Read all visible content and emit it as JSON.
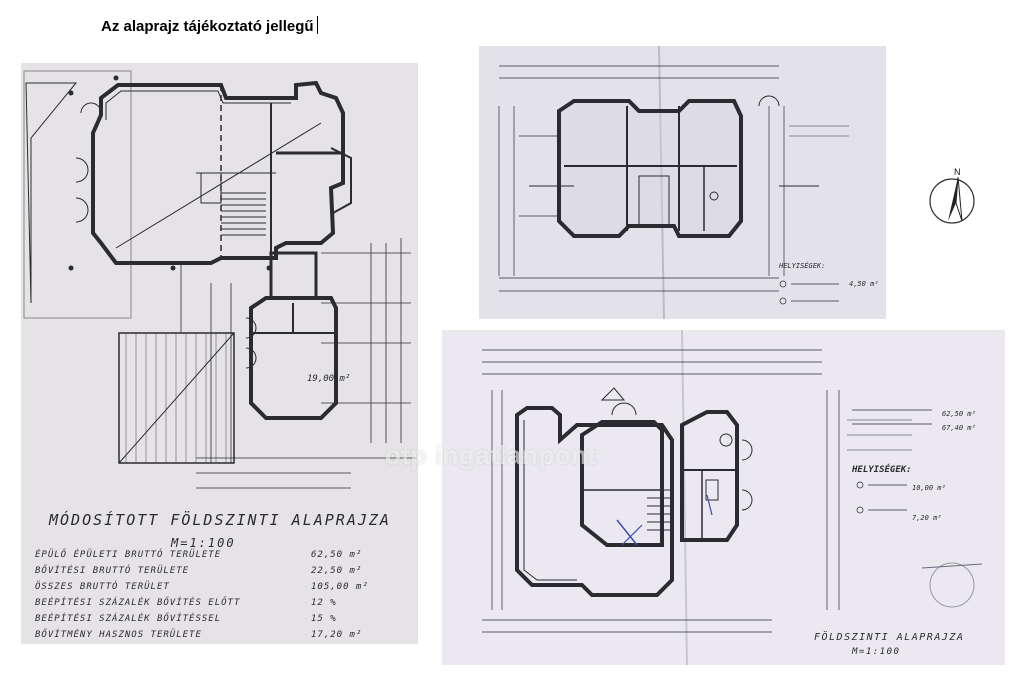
{
  "caption": "Az alaprajz tájékoztató jellegű",
  "watermark": "otp ingatlanpont",
  "plan_left": {
    "title": "MÓDOSÍTOTT FÖLDSZINTI ALAPRAJZA",
    "scale": "M=1:100",
    "room_area": "19,00 m²",
    "rows": [
      {
        "label": "ÉPÜLŐ ÉPÜLETI BRUTTÓ TERÜLETE",
        "value": "62,50 m²"
      },
      {
        "label": "BŐVÍTÉSI BRUTTÓ TERÜLETE",
        "value": "22,50 m²"
      },
      {
        "label": "ÖSSZES BRUTTÓ TERÜLET",
        "value": "105,00 m²"
      },
      {
        "label": "BEÉPÍTÉSI SZÁZALÉK BŐVÍTÉS ELŐTT",
        "value": "12 %"
      },
      {
        "label": "BEÉPÍTÉSI SZÁZALÉK BŐVÍTÉSSEL",
        "value": "15 %"
      },
      {
        "label": "BŐVÍTMÉNY HASZNOS TERÜLETE",
        "value": "17,20 m²"
      }
    ]
  },
  "plan_top_right": {
    "legend_title": "HELYISÉGEK:",
    "legend_area": "4,50 m²"
  },
  "plan_bottom_right": {
    "title": "FÖLDSZINTI ALAPRAJZA",
    "scale": "M=1:100",
    "legend_title": "HELYISÉGEK:",
    "areas": [
      "62,50 m²",
      "67,40 m²",
      "10,00 m²",
      "7,20 m²"
    ]
  },
  "compass": {
    "north_label": "N"
  }
}
